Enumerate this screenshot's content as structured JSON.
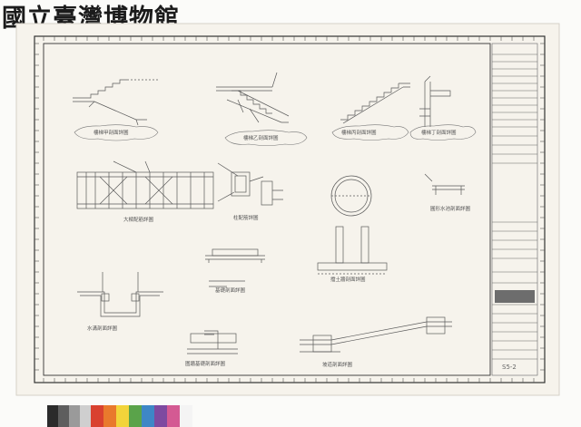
{
  "museum_logo_text": "國立臺灣博物館",
  "drawing_captions": [
    "樓梯甲剖面詳圖",
    "樓梯乙剖面詳圖",
    "樓梯丙剖面詳圖",
    "樓梯丁剖面詳圖",
    "大樑配筋詳圖",
    "柱配筋詳圖",
    "擋土牆剖面詳圖",
    "基礎剖面詳圖",
    "圓形水池剖面詳圖",
    "水溝剖面詳圖",
    "圍牆基礎剖面詳圖",
    "坡道剖面詳圖"
  ],
  "title_block": {
    "sheet_number": "S5-2"
  },
  "colors": {
    "paper": "#f6f3ec",
    "ink": "#5a5a5a",
    "border_ink": "#333333"
  },
  "color_strip": [
    "#2b2b2b",
    "#5e5e5e",
    "#9a9a9a",
    "#cfcfcf",
    "#d9412f",
    "#e9792c",
    "#f2d43a",
    "#5aa34a",
    "#3e87c6",
    "#7e4aa0",
    "#d45a93",
    "#f4f4f4"
  ]
}
